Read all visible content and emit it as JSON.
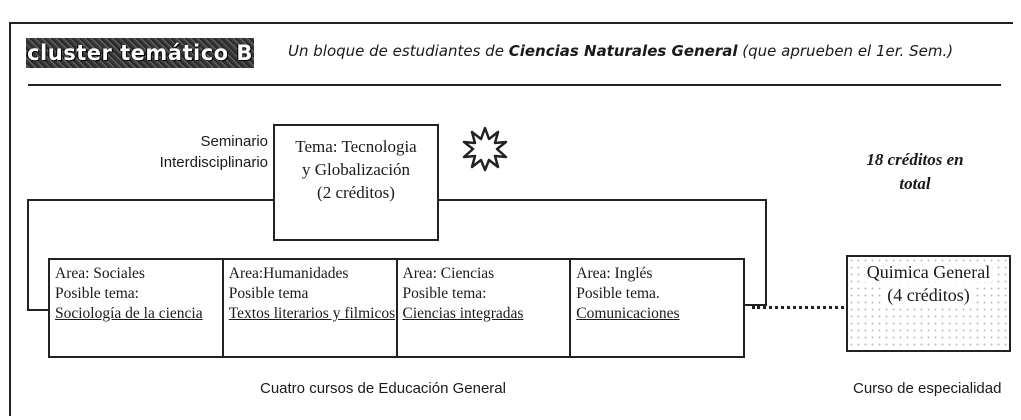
{
  "header": {
    "cluster_tag": "cluster temático B",
    "subtitle_part1": "Un bloque de estudiantes de ",
    "subtitle_bold": "Ciencias Naturales General",
    "subtitle_part2": " (que aprueben el 1er. Sem.)"
  },
  "seminar": {
    "label_line1": "Seminario",
    "label_line2": "Interdisciplinario",
    "box_line1": "Tema: Tecnologia",
    "box_line2": "y Globalización",
    "box_line3": "(2 créditos)"
  },
  "total_credits": {
    "line1": "18 créditos en",
    "line2": "total"
  },
  "courses": [
    {
      "area": "Area: Sociales",
      "posible": "Posible tema:",
      "topic": "Sociología de la ciencia"
    },
    {
      "area": "Area:Humanidades",
      "posible": "Posible tema",
      "topic": "Textos literarios y filmicos"
    },
    {
      "area": "Area: Ciencias",
      "posible": "Posible tema:",
      "topic": "Ciencias integradas"
    },
    {
      "area": "Area: Inglés",
      "posible": "Posible tema.",
      "topic": "Comunicaciones"
    }
  ],
  "specialty": {
    "line1": "Quimica General",
    "line2": "(4 créditos)"
  },
  "captions": {
    "general": "Cuatro cursos de Educación General",
    "specialty": "Curso de especialidad"
  },
  "icons": {
    "star": "starburst-icon"
  }
}
